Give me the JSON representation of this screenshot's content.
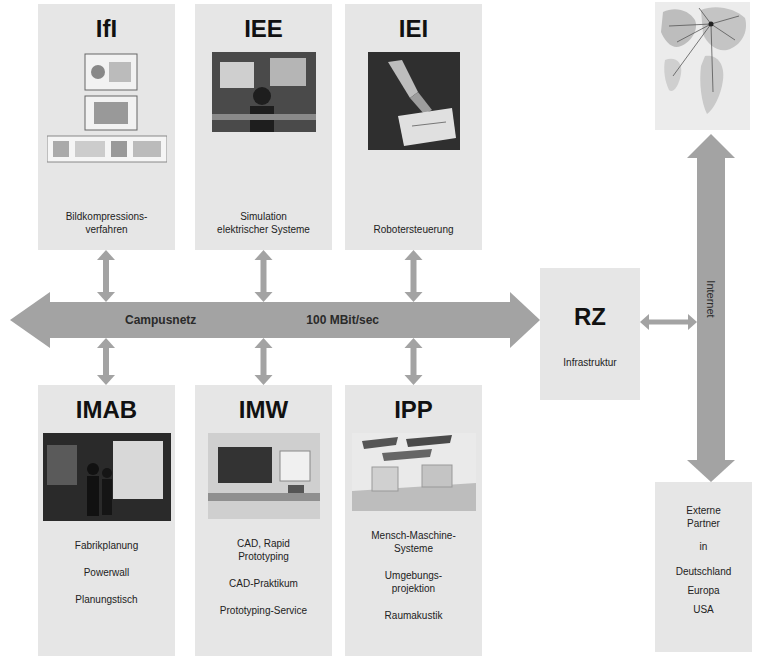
{
  "diagram": {
    "nodes": [
      {
        "text": [
          "IfI",
          "Bildkompressions- verfahren"
        ]
      },
      {
        "text": [
          "IEE",
          "Simulation elektrischer Systeme"
        ]
      },
      {
        "text": [
          "IEI",
          "Robotersteuerung"
        ]
      },
      {
        "text": [
          "Campusnetz",
          "100 MBit/sec"
        ]
      },
      {
        "text": [
          "RZ",
          "Infrastruktur"
        ]
      },
      {
        "text": [
          "Internet"
        ]
      },
      {
        "text": [
          "IMAB",
          "Fabrikplanung",
          "Powerwall",
          "Planungstisch"
        ]
      },
      {
        "text": [
          "IMW",
          "CAD, Rapid Prototyping",
          "CAD-Praktikum",
          "Prototyping-Service"
        ]
      },
      {
        "text": [
          "IPP",
          "Mensch-Maschine-Systeme",
          "Umgebungs- projektion",
          "Raumakustik"
        ]
      },
      {
        "text": [
          "Externe Partner",
          "in",
          "Deutschland",
          "Europa",
          "USA"
        ]
      }
    ],
    "edges": [
      {
        "from": 0,
        "to": 3,
        "arrow": "both"
      },
      {
        "from": 1,
        "to": 3,
        "arrow": "both"
      },
      {
        "from": 2,
        "to": 3,
        "arrow": "both"
      },
      {
        "from": 3,
        "to": 4,
        "arrow": "to"
      },
      {
        "from": 4,
        "to": 5,
        "arrow": "both"
      },
      {
        "from": 5,
        "to": 9,
        "arrow": "to"
      },
      {
        "from": 3,
        "to": 6,
        "arrow": "both"
      },
      {
        "from": 3,
        "to": 7,
        "arrow": "both"
      },
      {
        "from": 3,
        "to": 8,
        "arrow": "both"
      }
    ]
  }
}
